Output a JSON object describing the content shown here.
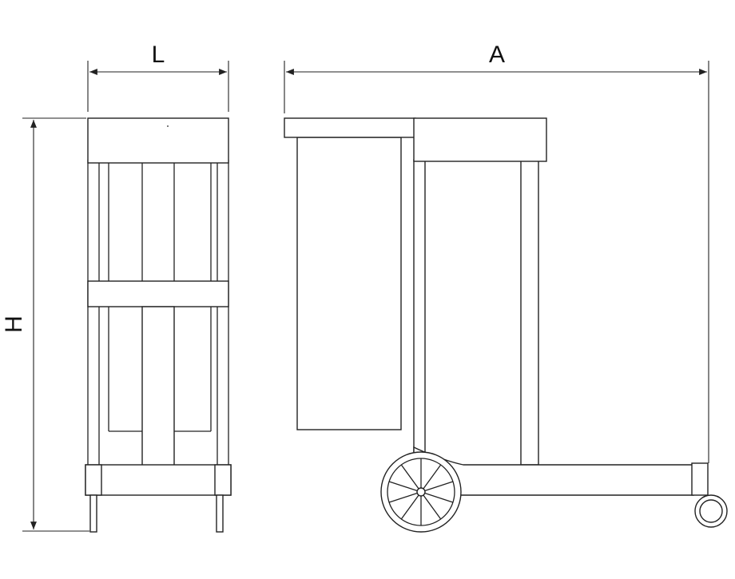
{
  "diagram": {
    "type": "technical-dimension-drawing",
    "line_color": "#222222",
    "background": "#ffffff",
    "dimensions": {
      "width_label": "L",
      "length_label": "A",
      "height_label": "H"
    },
    "views": [
      "front-view",
      "side-view"
    ]
  }
}
